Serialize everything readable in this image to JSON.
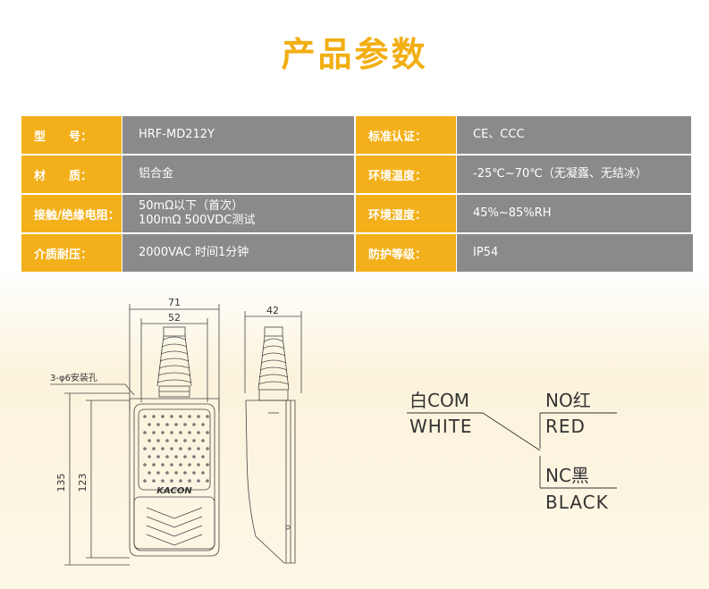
{
  "page_title": "产品参数",
  "specs": [
    {
      "label1": "型　　号：",
      "value1": [
        "HRF-MD212Y"
      ],
      "label2": "标准认证：",
      "value2": [
        "CE、CCC"
      ]
    },
    {
      "label1": "材　　质：",
      "value1": [
        "铝合金"
      ],
      "label2": "环境温度：",
      "value2": [
        "-25℃~70℃（无凝露、无结冰）"
      ]
    },
    {
      "label1": "接触/绝缘电阻：",
      "value1": [
        "50mΩ以下（首次）",
        "100mΩ 500VDC测试"
      ],
      "label2": "环境湿度：",
      "value2": [
        "45%~85%RH"
      ]
    },
    {
      "label1": "介质耐压：",
      "value1": [
        "2000VAC 时间1分钟"
      ],
      "label2": "防护等级：",
      "value2": [
        "IP54"
      ]
    }
  ],
  "drawing": {
    "dim_width_outer": "71",
    "dim_width_inner": "52",
    "dim_side_width": "42",
    "dim_height_outer": "135",
    "dim_height_inner": "123",
    "hole_note": "3-φ6安装孔",
    "brand": "KACON"
  },
  "wiring": {
    "com_cn": "白COM",
    "com_en": "WHITE",
    "no_cn": "NO红",
    "no_en": "RED",
    "nc_cn": "NC黑",
    "nc_en": "BLACK"
  }
}
